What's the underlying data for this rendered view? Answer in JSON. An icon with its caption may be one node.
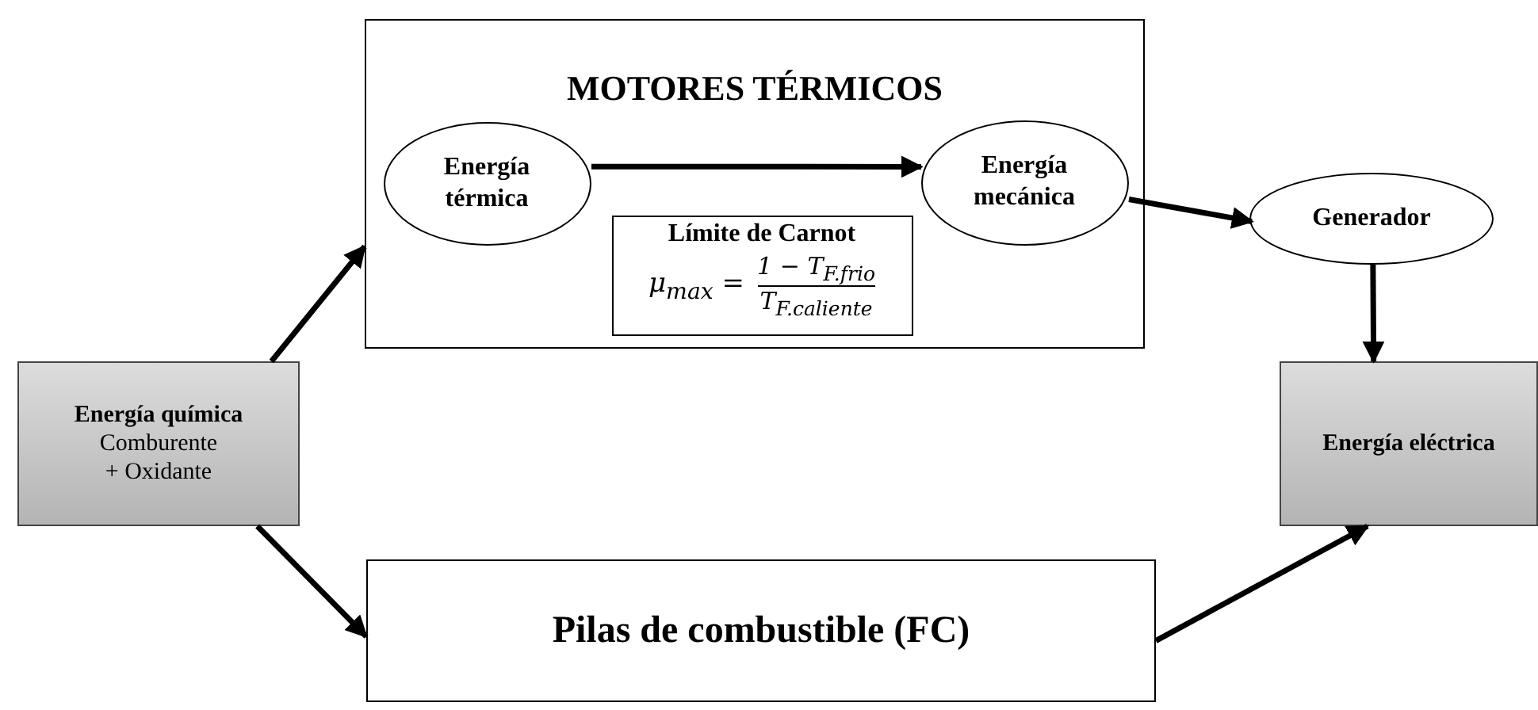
{
  "diagram": {
    "nodes": [
      {
        "text": [
          "Energía química",
          "Comburente + Oxidante"
        ]
      },
      {
        "text": [
          "MOTORES TÉRMICOS"
        ]
      },
      {
        "text": [
          "Energía térmica"
        ],
        "in": 1
      },
      {
        "text": [
          "Límite de Carnot",
          "μ$_{max}$ =",
          "1 − T$_{F.frio}$",
          "T$_{F.caliente}$"
        ],
        "in": 1
      },
      {
        "text": [
          "Energía mecánica"
        ],
        "in": 1
      },
      {
        "text": [
          "Generador"
        ]
      },
      {
        "text": [
          "Energía eléctrica"
        ]
      },
      {
        "text": [
          "Pilas de combustible (FC)"
        ]
      }
    ],
    "edges": [
      {
        "from": 0,
        "to": 1,
        "arrow": "to"
      },
      {
        "from": 2,
        "to": 4,
        "arrow": "to"
      },
      {
        "from": 4,
        "to": 5,
        "arrow": "to"
      },
      {
        "from": 5,
        "to": 6,
        "arrow": "to"
      },
      {
        "from": 0,
        "to": 7,
        "arrow": "to"
      },
      {
        "from": 7,
        "to": 6,
        "arrow": "to"
      }
    ]
  }
}
